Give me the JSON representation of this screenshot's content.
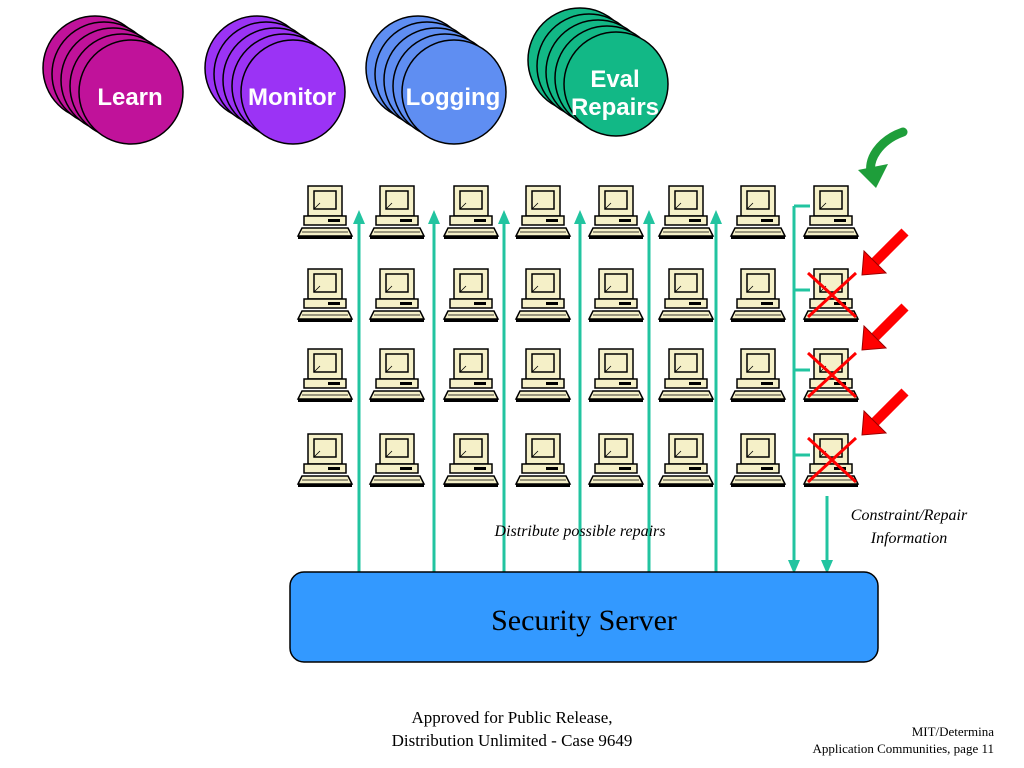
{
  "stages": [
    {
      "label": "Learn",
      "color": "#c0129a"
    },
    {
      "label": "Monitor",
      "color": "#9b33f5"
    },
    {
      "label": "Logging",
      "color": "#5f8ef2"
    },
    {
      "label_line1": "Eval",
      "label_line2": "Repairs",
      "color": "#12b886"
    }
  ],
  "grid": {
    "rows": 4,
    "columns": 8,
    "failed_cells": [
      [
        1,
        7
      ],
      [
        2,
        7
      ],
      [
        3,
        7
      ]
    ]
  },
  "diagram": {
    "server_label": "Security Server",
    "server_color": "#3399ff",
    "arrow_color": "#22c4a0",
    "distribute_label": "Distribute possible repairs",
    "constraint_label_line1": "Constraint/Repair",
    "constraint_label_line2": "Information",
    "failure_mark_color": "#ff0000",
    "success_arrow_color": "#1e9e3a"
  },
  "footer": {
    "release_line1": "Approved for Public Release,",
    "release_line2": "Distribution Unlimited - Case 9649",
    "org": "MIT/Determina",
    "page": "Application Communities, page 11"
  }
}
